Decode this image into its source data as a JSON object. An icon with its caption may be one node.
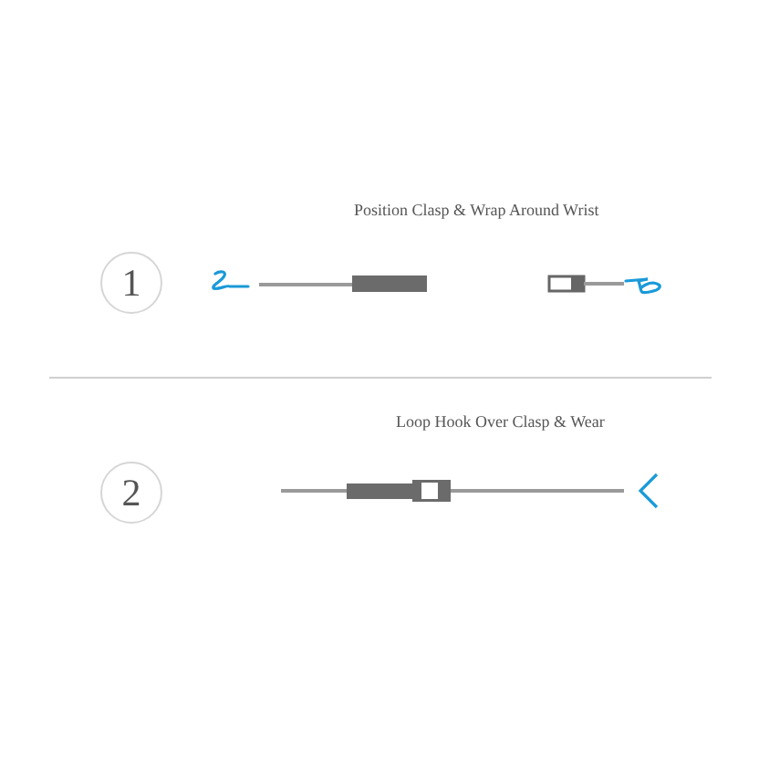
{
  "diagram": {
    "nodes": [
      {
        "text": [
          "1"
        ]
      },
      {
        "text": [
          "2"
        ]
      }
    ],
    "labels": [
      "Position Clasp & Wrap Around Wrist",
      "Loop Hook Over Clasp & Wear"
    ]
  }
}
